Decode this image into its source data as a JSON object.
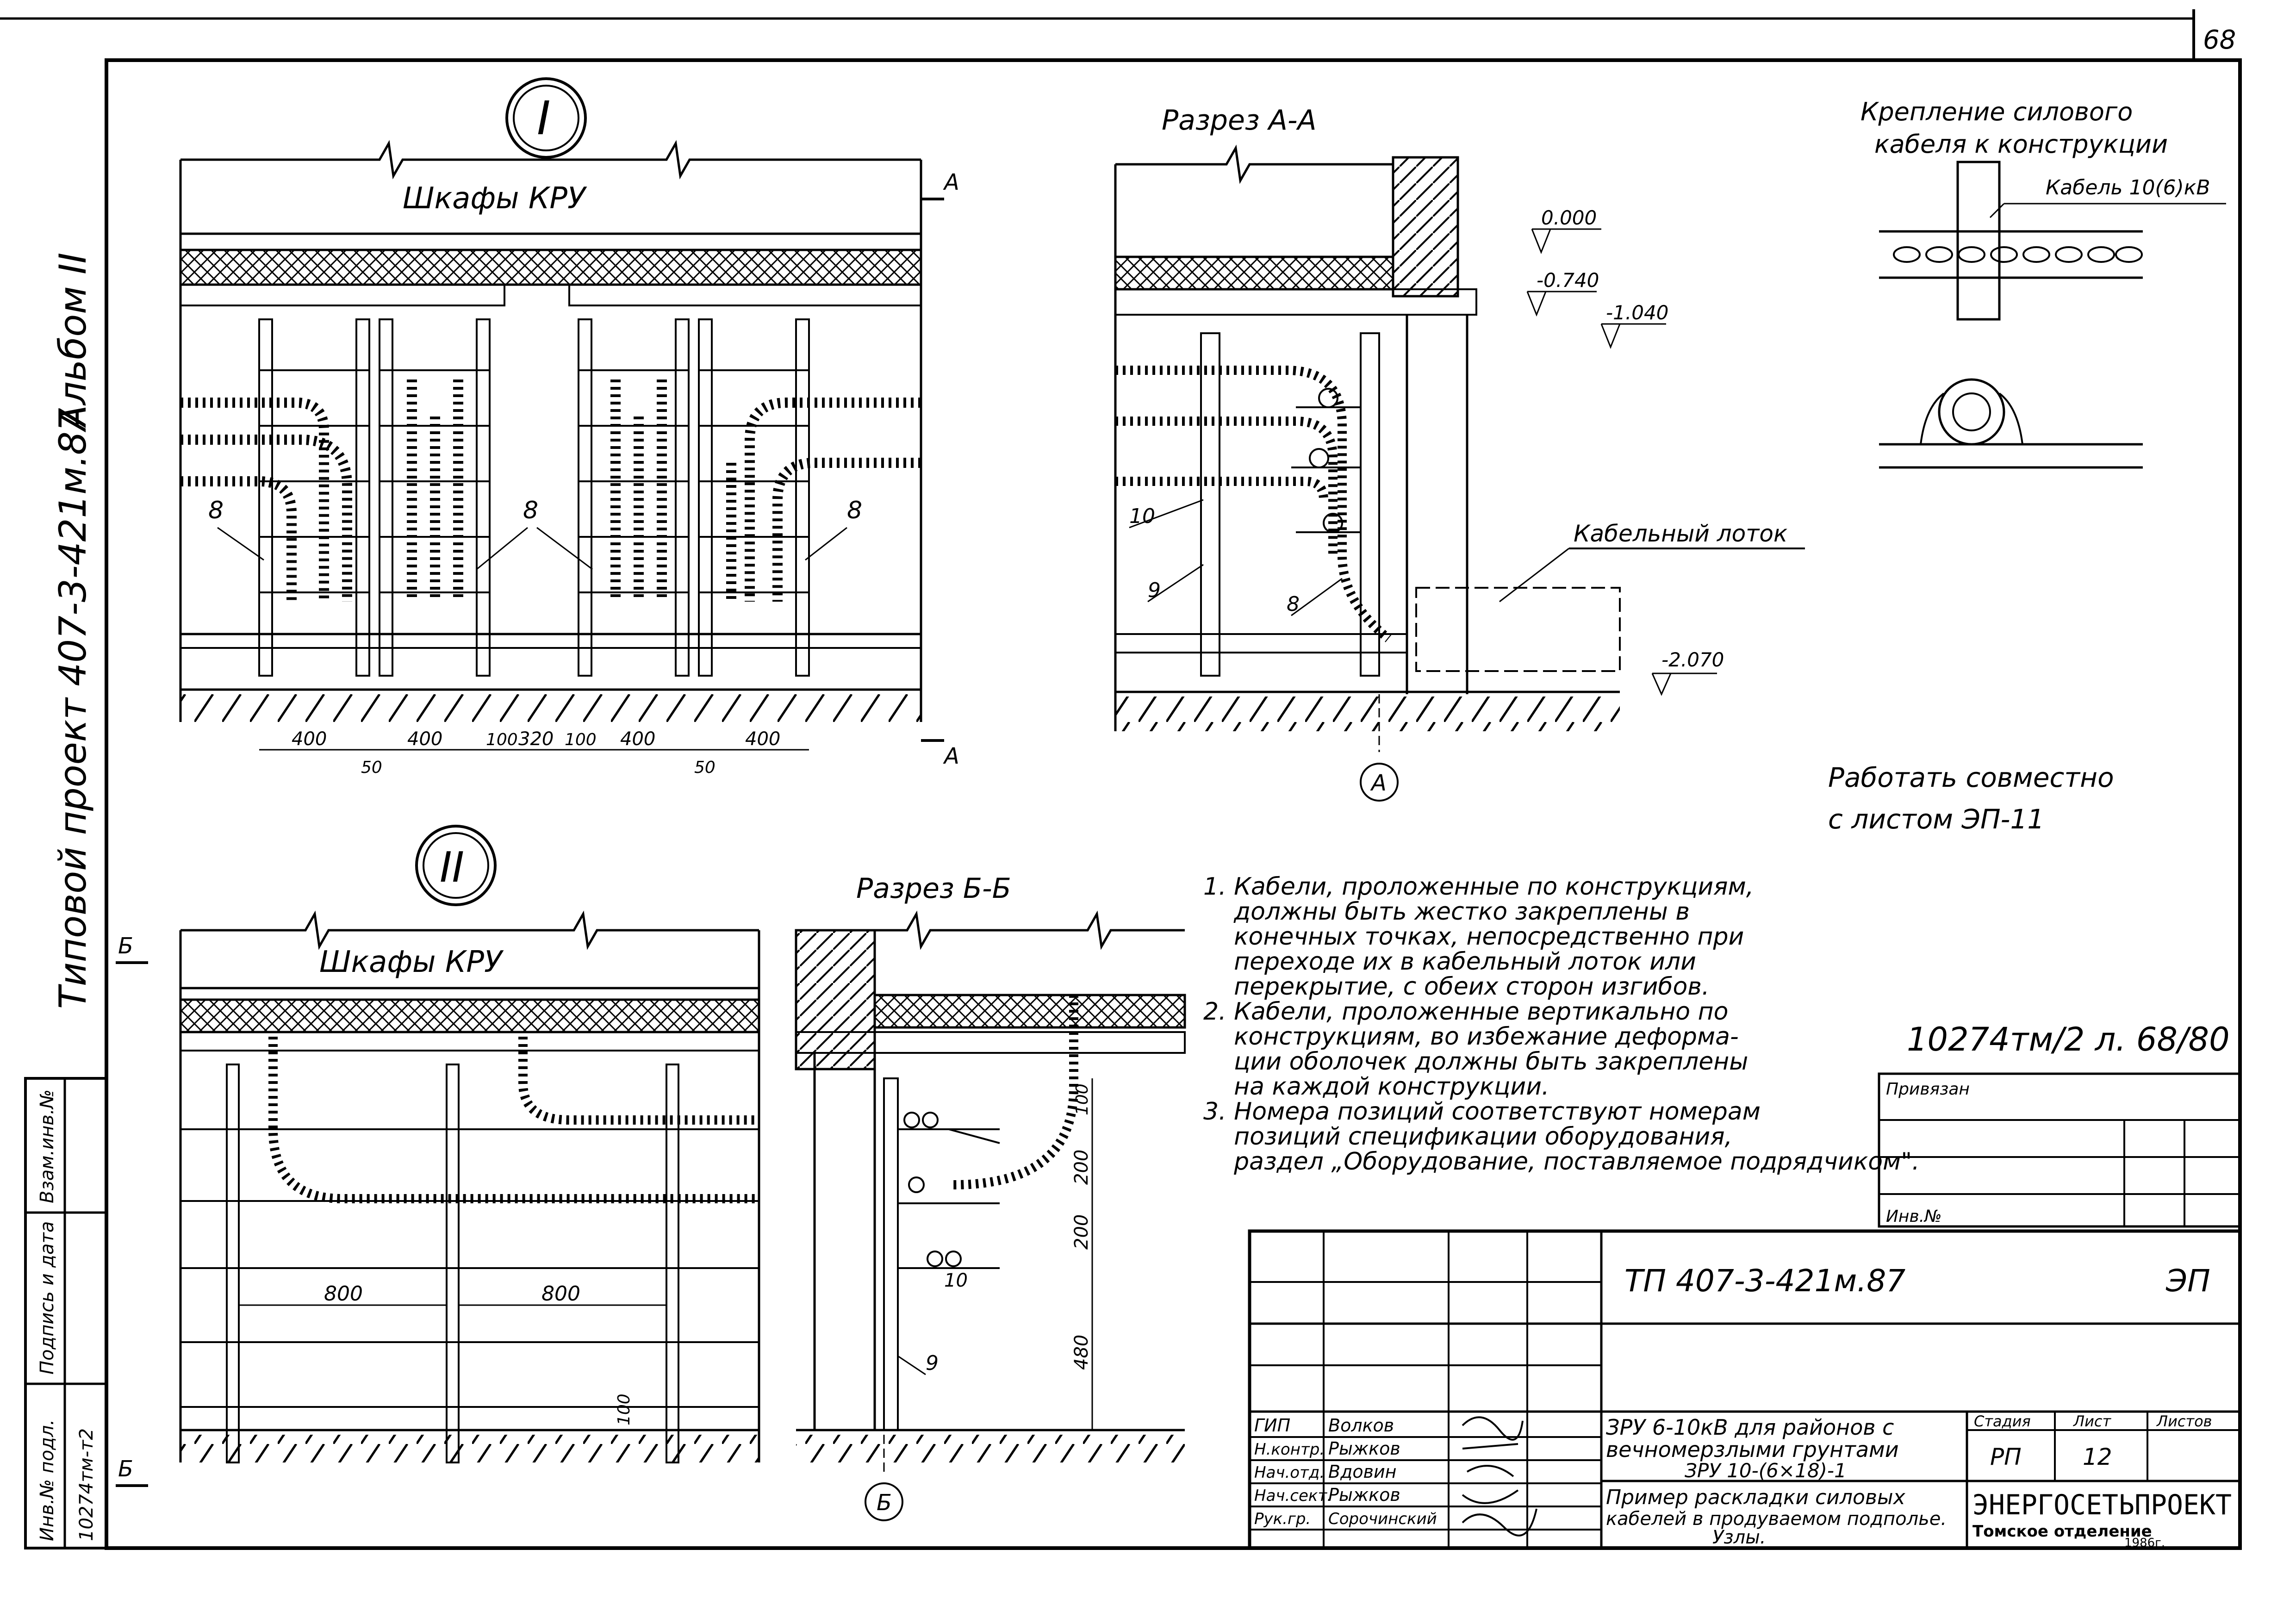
{
  "sheet": {
    "page_number": "68",
    "album_label": "Альбом II",
    "project_label": "Типовой проект 407-3-421м.87",
    "stamp_inv_no": "Инв.№ подл.",
    "stamp_sign_date": "Подпись и дата",
    "stamp_replace": "Взам.инв.№",
    "stamp_inv_value": "10274тм-т2"
  },
  "node1": {
    "marker": "I",
    "title": "Шкафы КРУ",
    "section_mark": "А",
    "labels": [
      "8",
      "8",
      "8"
    ],
    "dims": [
      "400",
      "400",
      "100",
      "320",
      "100",
      "400",
      "400"
    ],
    "dims_small": [
      "50",
      "50"
    ]
  },
  "section_aa": {
    "title": "Разрез А-А",
    "levels": [
      "0.000",
      "-0.740",
      "-1.040",
      "-2.070"
    ],
    "tray_label": "Кабельный лоток",
    "labels": [
      "10",
      "9",
      "8"
    ],
    "axis": "А"
  },
  "fastening": {
    "title_line1": "Крепление силового",
    "title_line2": "кабеля к конструкции",
    "cable_label": "Кабель 10(6)кВ"
  },
  "joint_note": {
    "line1": "Работать совместно",
    "line2": "с листом ЭП-11"
  },
  "node2": {
    "marker": "II",
    "title": "Шкафы КРУ",
    "section_mark": "Б",
    "dims": [
      "800",
      "800"
    ],
    "dim_small": "100"
  },
  "section_bb": {
    "title": "Разрез Б-Б",
    "labels": [
      "10",
      "9"
    ],
    "dims": [
      "100",
      "200",
      "200",
      "480"
    ],
    "axis": "Б"
  },
  "notes": [
    "1. Кабели, проложенные по конструкциям,",
    "    должны быть жестко закреплены в",
    "    конечных точках, непосредственно при",
    "    переходе их в кабельный лоток или",
    "    перекрытие, с обеих сторон изгибов.",
    "2. Кабели, проложенные вертикально по",
    "    конструкциям, во избежание деформа-",
    "    ции оболочек должны быть закреплены",
    "    на каждой конструкции.",
    "3. Номера позиций соответствуют номерам",
    "    позиций спецификации оборудования,",
    "    раздел „Оборудование, поставляемое подрядчиком\"."
  ],
  "archive_ref": "10274тм/2 л. 68/80",
  "binding": {
    "label": "Привязан",
    "inv_label": "Инв.№"
  },
  "title_block": {
    "code": "ТП 407-3-421м.87",
    "mark": "ЭП",
    "roles": [
      "ГИП",
      "Н.контр.",
      "Нач.отд.",
      "Нач.сект.",
      "Рук.гр."
    ],
    "names": [
      "Волков",
      "Рыжков",
      "Вдовин",
      "Рыжков",
      "Сорочинский"
    ],
    "object_line1": "ЗРУ 6-10кВ для районов с",
    "object_line2": "вечномерзлыми грунтами",
    "object_line3": "ЗРУ 10-(6×18)-1",
    "sheet_title_line1": "Пример раскладки силовых",
    "sheet_title_line2": "кабелей в продуваемом подполье.",
    "sheet_title_line3": "Узлы.",
    "stage_header": "Стадия",
    "sheet_header": "Лист",
    "sheets_header": "Листов",
    "stage": "РП",
    "sheet_no": "12",
    "org": "ЭНЕРГОСЕТЬПРОЕКТ",
    "branch": "Томское отделение",
    "year": "1986г."
  },
  "colors": {
    "ink": "#000000",
    "paper": "#ffffff"
  }
}
